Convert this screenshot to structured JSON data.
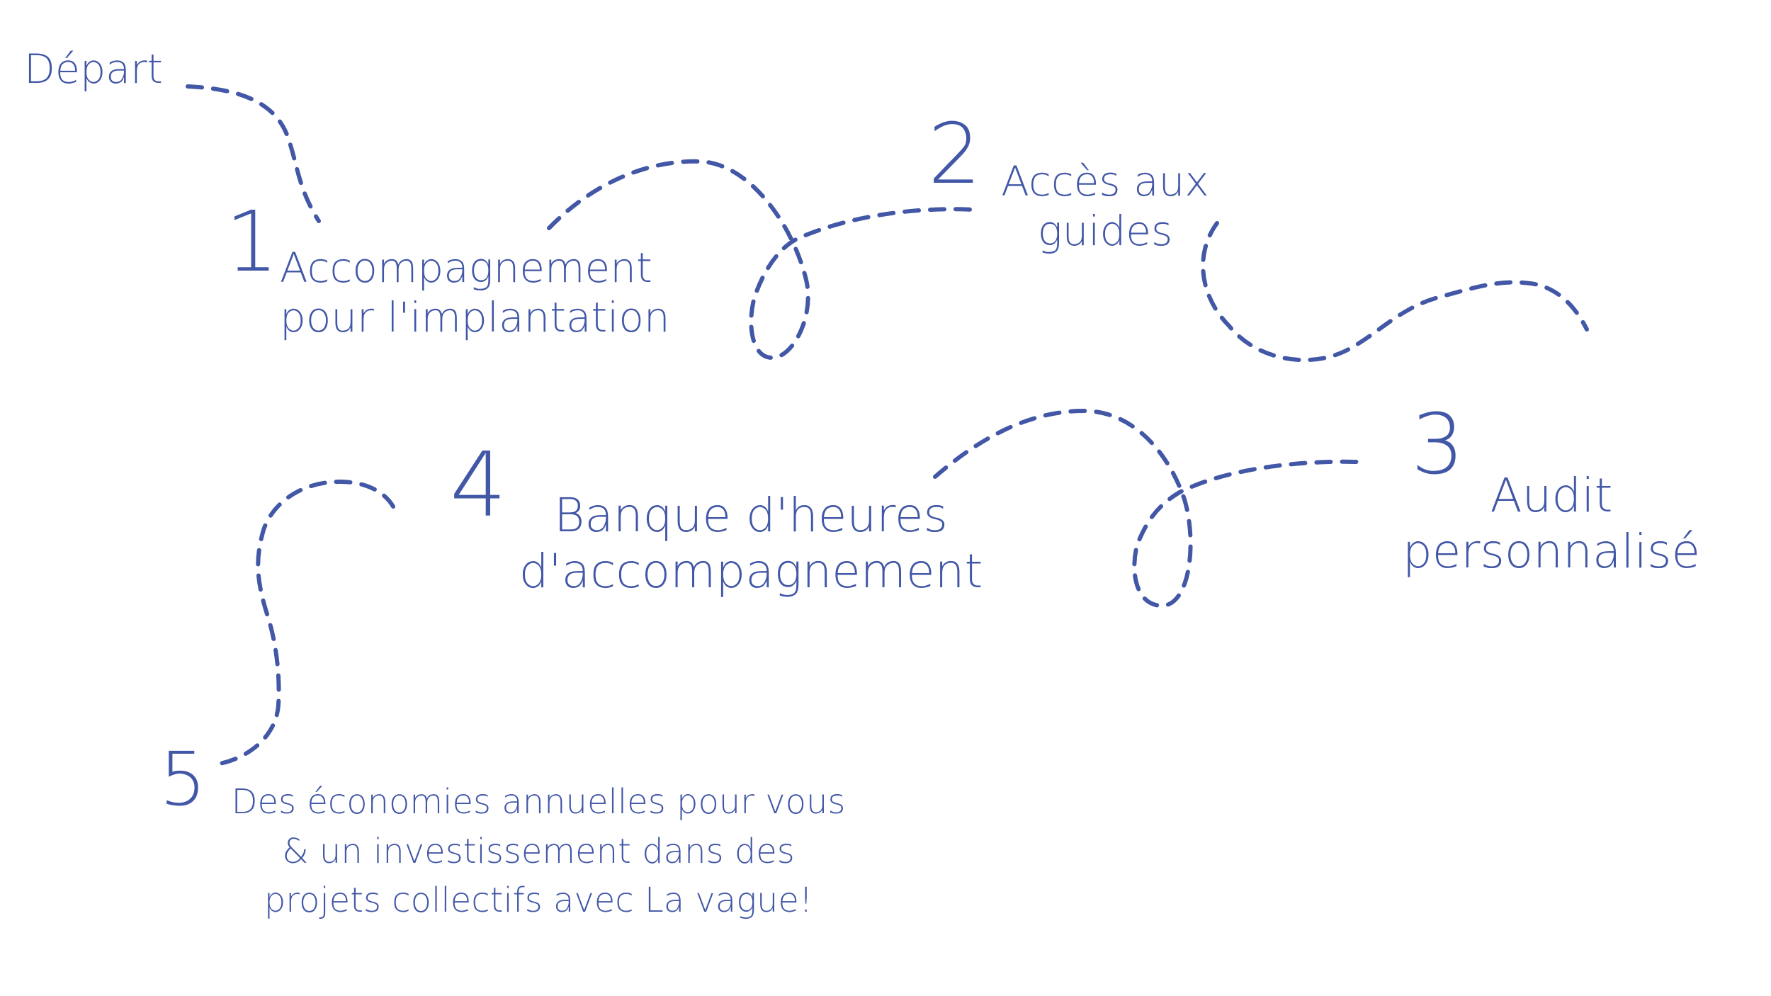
{
  "start": {
    "label": "Départ"
  },
  "steps": [
    {
      "number": "1",
      "lines": [
        "Accompagnement",
        "pour l'implantation"
      ]
    },
    {
      "number": "2",
      "lines": [
        "Accès aux",
        "guides"
      ]
    },
    {
      "number": "3",
      "lines": [
        "Audit",
        "personnalisé"
      ]
    },
    {
      "number": "4",
      "lines": [
        "Banque d'heures",
        "d'accompagnement"
      ]
    },
    {
      "number": "5",
      "lines": [
        "Des économies annuelles pour vous",
        "& un investissement dans des",
        "projets collectifs avec La vague!"
      ]
    }
  ],
  "colors": {
    "ink": "#4257a6",
    "background": "#ffffff"
  }
}
